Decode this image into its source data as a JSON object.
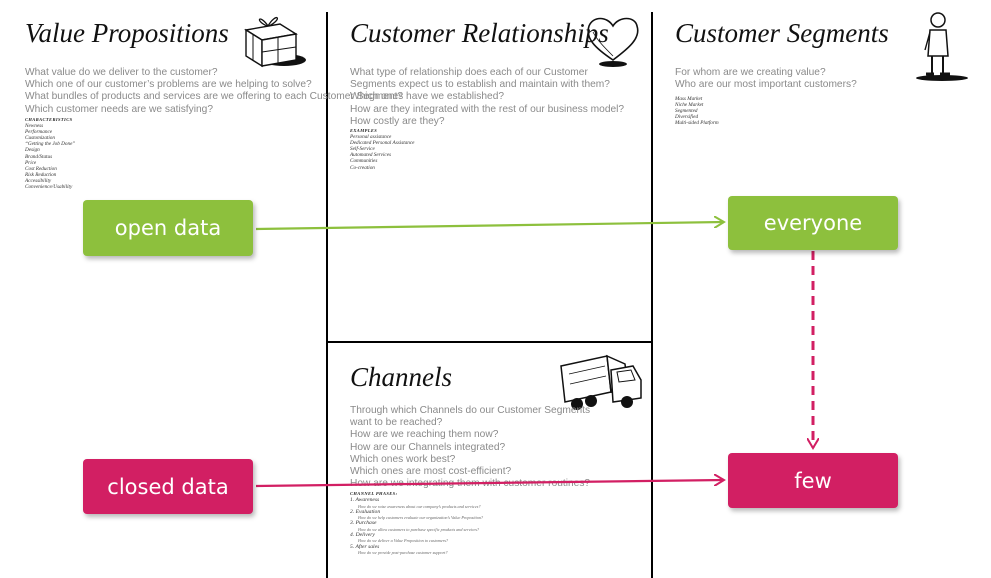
{
  "colors": {
    "green": "#8dc03d",
    "pink": "#d21f63"
  },
  "value_propositions": {
    "title": "Value Propositions",
    "icon": "gift-icon",
    "questions": [
      "What value do we deliver to the customer?",
      "Which one of our customer’s problems are we helping to solve?",
      "What bundles of products and services are we offering to each Customer Segment?",
      "Which customer needs are we satisfying?"
    ],
    "characteristics_heading": "CHARACTERISTICS",
    "characteristics": [
      "Newness",
      "Performance",
      "Customization",
      "“Getting the Job Done”",
      "Design",
      "Brand/Status",
      "Price",
      "Cost Reduction",
      "Risk Reduction",
      "Accessibility",
      "Convenience/Usability"
    ]
  },
  "customer_relationships": {
    "title": "Customer Relationships",
    "icon": "heart-icon",
    "questions": [
      "What type of relationship does each of our Customer",
      "Segments expect us to establish and maintain with them?",
      "Which ones have we established?",
      "How are they integrated with the rest of our business model?",
      "How costly are they?"
    ],
    "examples_heading": "EXAMPLES",
    "examples": [
      "Personal assistance",
      "Dedicated Personal Assistance",
      "Self-Service",
      "Automated Services",
      "Communities",
      "Co-creation"
    ]
  },
  "customer_segments": {
    "title": "Customer Segments",
    "icon": "person-icon",
    "questions": [
      "For whom are we creating value?",
      "Who are our most important customers?"
    ],
    "segments": [
      "Mass Market",
      "Niche Market",
      "Segmented",
      "Diversified",
      "Multi-sided Platform"
    ]
  },
  "channels": {
    "title": "Channels",
    "icon": "truck-icon",
    "questions": [
      "Through which Channels do our Customer Segments",
      "want to be reached?",
      "How are we reaching them now?",
      "How are our Channels integrated?",
      "Which ones work best?",
      "Which ones are most cost-efficient?",
      "How are we integrating them with customer routines?"
    ],
    "phases_heading": "CHANNEL PHASES:",
    "phases": [
      {
        "name": "1. Awareness",
        "desc": "How do we raise awareness about our company’s products and services?"
      },
      {
        "name": "2. Evaluation",
        "desc": "How do we help customers evaluate our organization’s Value Proposition?"
      },
      {
        "name": "3. Purchase",
        "desc": "How do we allow customers to purchase specific products and services?"
      },
      {
        "name": "4. Delivery",
        "desc": "How do we deliver a Value Proposition to customers?"
      },
      {
        "name": "5. After sales",
        "desc": "How do we provide post-purchase customer support?"
      }
    ]
  },
  "overlay": {
    "open_data": "open data",
    "everyone": "everyone",
    "closed_data": "closed data",
    "few": "few"
  }
}
